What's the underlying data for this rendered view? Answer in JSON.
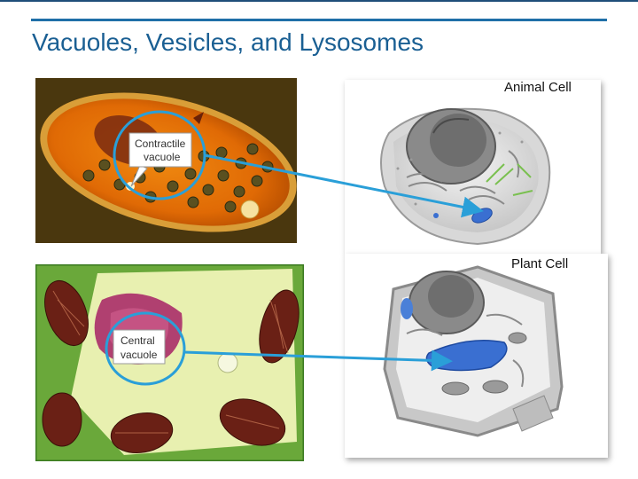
{
  "slide": {
    "title": "Vacuoles, Vesicles, and Lysosomes"
  },
  "micrographs": {
    "paramecium": {
      "callout_line1": "Contractile",
      "callout_line2": "vacuole"
    },
    "plant_tissue": {
      "callout_line1": "Central",
      "callout_line2": "vacuole"
    }
  },
  "diagrams": {
    "animal_cell": {
      "label": "Animal Cell"
    },
    "plant_cell": {
      "label": "Plant Cell"
    }
  },
  "colors": {
    "title": "#1a5f93",
    "accent": "#1f6fa8",
    "highlight_circle": "#2a9fd8",
    "arrow": "#2a9fd8",
    "vacuole_blue": "#3a6fd1"
  }
}
